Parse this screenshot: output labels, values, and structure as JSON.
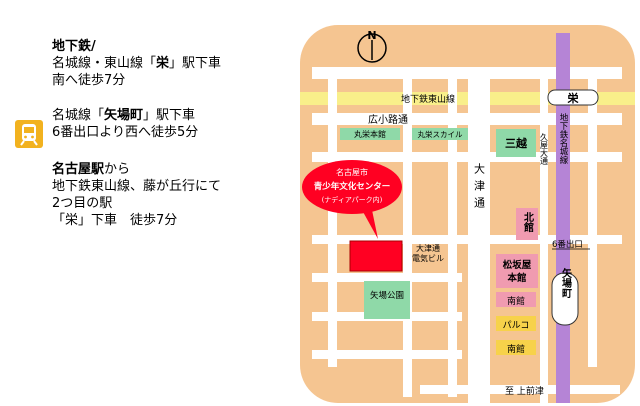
{
  "directions": {
    "block1": {
      "line1": "地下鉄/",
      "line2_pre": "名城線・東山線「",
      "line2_em": "栄",
      "line2_post": "」駅下車",
      "line3": "南へ徒歩7分"
    },
    "block2": {
      "line1_pre": "名城線「",
      "line1_em": "矢場町",
      "line1_post": "」駅下車",
      "line2": "6番出口より西へ徒歩5分"
    },
    "block3": {
      "line1_em": "名古屋駅",
      "line1_post": "から",
      "line2": "地下鉄東山線、藤が丘行にて",
      "line3": "2つ目の駅",
      "line4": "「栄」下車　徒歩7分"
    },
    "train_icon": "train-icon"
  },
  "map": {
    "north": "N",
    "higashiyama_line": "地下鉄東山線",
    "sakae_station": "栄",
    "hirokoji": "広小路通",
    "marue_honten": "丸栄本館",
    "marue_sky": "丸栄スカイル",
    "mitsukoshi": "三越",
    "hisaya_odori": "久屋大通",
    "meijo_line": "地下鉄名城線",
    "otsu_dori": "大津通",
    "callout": {
      "line1": "名古屋市",
      "line2": "青少年文化センター",
      "line3": "(ナディアパーク内)"
    },
    "kitakan": "北館",
    "otsu_denki": "大津通\n電気ビル",
    "exit6": "6番出口",
    "matsuzakaya": "松坂屋\n本館",
    "yaba_park": "矢場公園",
    "yabacho": "矢場町",
    "minamikan": "南館",
    "parco": "パルコ",
    "nankan2": "南館",
    "kamimaezu": "至 上前津",
    "colors": {
      "ground": "#f5c591",
      "road": "#ffffff",
      "line_east": "#f9ef8a",
      "line_meijo": "#b584d6",
      "store_green": "#8fd9a8",
      "store_pink": "#f09bb0",
      "store_yellow": "#f7d24a",
      "target": "#ff0022"
    }
  }
}
